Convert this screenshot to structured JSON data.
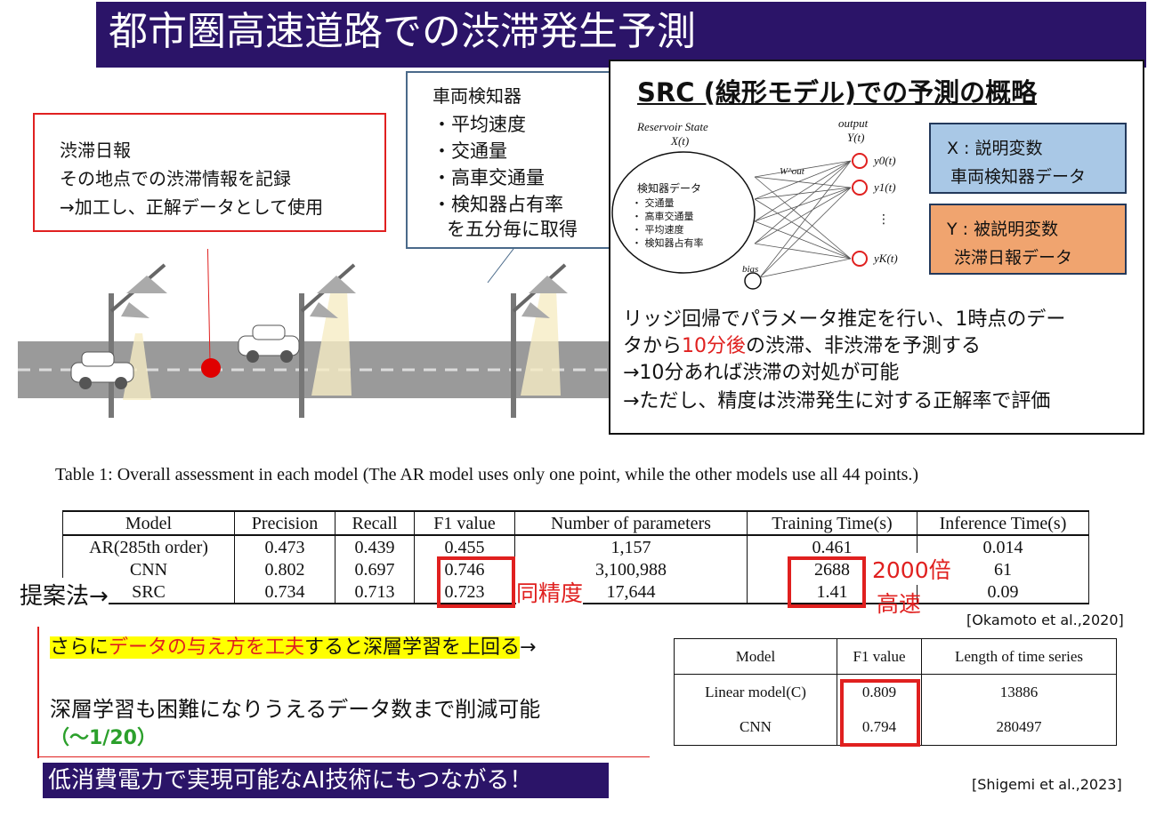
{
  "title": "都市圏高速道路での渋滞発生予測",
  "traffic_report": {
    "line1": "渋滞日報",
    "line2": "その地点での渋滞情報を記録",
    "line3": "→加工し、正解データとして使用"
  },
  "detector": {
    "heading": "車両検知器",
    "items": [
      "・平均速度",
      "・交通量",
      "・高車交通量",
      "・検知器占有率"
    ],
    "note": "を五分毎に取得"
  },
  "src": {
    "title": "SRC (線形モデル)での予測の概略",
    "reservoir_label": "Reservoir State",
    "reservoir_var": "X(t)",
    "output_label": "output",
    "output_var": "Y(t)",
    "weight_label": "W^out",
    "bias_label": "bias",
    "circle_title": "検知器データ",
    "circle_items": [
      "・ 交通量",
      "・ 高車交通量",
      "・ 平均速度",
      "・ 検知器占有率"
    ],
    "outputs": [
      "y0(t)",
      "y1(t)",
      "yK(t)"
    ],
    "x_box": {
      "line1": "X : 説明変数",
      "line2": "車両検知器データ"
    },
    "y_box": {
      "line1": "Y : 被説明変数",
      "line2": "渋滞日報データ"
    },
    "desc1_a": "リッジ回帰でパラメータ推定を行い、1時点のデー",
    "desc2_a": "タから",
    "desc2_red": "10分後",
    "desc2_b": "の渋滞、非渋滞を予測する",
    "desc3": "→10分あれば渋滞の対処が可能",
    "desc4": "→ただし、精度は渋滞発生に対する正解率で評価"
  },
  "table1": {
    "caption": "Table 1: Overall assessment in each model (The AR model uses only one point, while the other models use all 44 points.)",
    "headers": [
      "Model",
      "Precision",
      "Recall",
      "F1 value",
      "Number of parameters",
      "Training Time(s)",
      "Inference Time(s)"
    ],
    "rows": [
      [
        "AR(285th order)",
        "0.473",
        "0.439",
        "0.455",
        "1,157",
        "0.461",
        "0.014"
      ],
      [
        "CNN",
        "0.802",
        "0.697",
        "0.746",
        "3,100,988",
        "2688",
        "61"
      ],
      [
        "SRC",
        "0.734",
        "0.713",
        "0.723",
        "17,644",
        "1.41",
        "0.09"
      ]
    ]
  },
  "annotations": {
    "proposed": "提案法→",
    "same_accuracy": "同精度",
    "speed_line1": "2000倍",
    "speed_line2": "高速",
    "ref1": "[Okamoto et al.,2020]",
    "ref2": "[Shigemi et al.,2023]"
  },
  "summary": {
    "line1_a": "さらに",
    "line1_red": "データの与え方を工夫",
    "line1_b": "すると深層学習を上回る",
    "line1_arrow": "→",
    "line2": "深層学習も困難になりうえるデータ数まで削減可能",
    "line3": "（〜1/20）"
  },
  "table2": {
    "headers": [
      "Model",
      "F1 value",
      "Length of time series"
    ],
    "rows": [
      [
        "Linear model(C)",
        "0.809",
        "13886"
      ],
      [
        "CNN",
        "0.794",
        "280497"
      ]
    ]
  },
  "bottom_banner": "低消費電力で実現可能なAI技術にもつながる！",
  "colors": {
    "banner": "#2b1468",
    "highlight_red": "#e0201f",
    "green": "#2ca02c",
    "yellow": "#ffff00"
  }
}
